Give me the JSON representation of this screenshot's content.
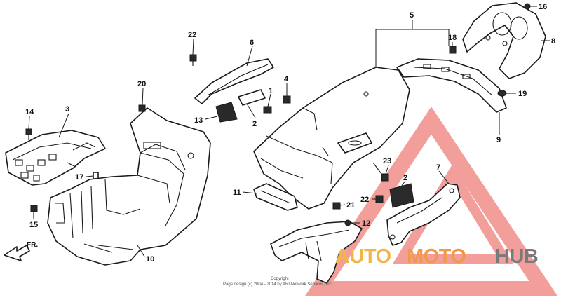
{
  "diagram": {
    "callouts": [
      "1",
      "2",
      "2",
      "3",
      "4",
      "5",
      "6",
      "7",
      "8",
      "9",
      "10",
      "11",
      "12",
      "13",
      "14",
      "15",
      "16",
      "17",
      "18",
      "19",
      "20",
      "21",
      "22",
      "22",
      "23"
    ],
    "direction_label": "FR.",
    "copyright_line1": "Copyright",
    "copyright_line2": "Page design (c) 2004 - 2014 by ARI Network Services, Inc."
  },
  "watermark": {
    "word_auto": "AUTO",
    "word_moto": "MOTO",
    "word_hub": "HUB",
    "colors": {
      "auto": "#f2b54a",
      "moto": "#f29848",
      "hub": "#7a7a7a",
      "triangle": "#e8504a"
    }
  }
}
